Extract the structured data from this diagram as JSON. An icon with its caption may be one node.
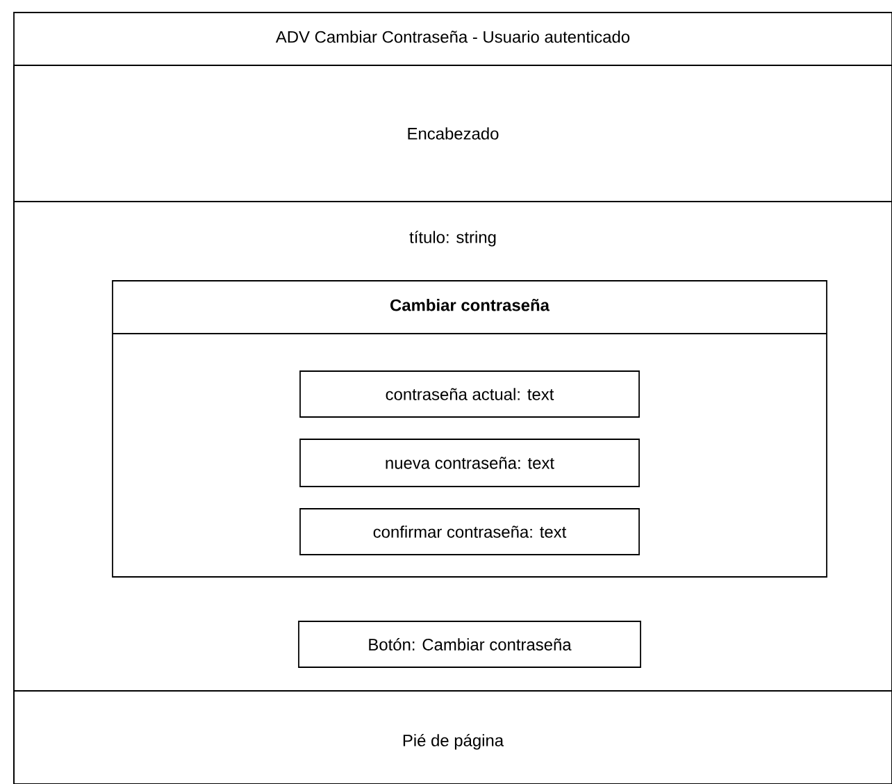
{
  "diagram": {
    "nodes": [
      {
        "text": [
          "ADV Cambiar Contraseña - Usuario autenticado"
        ]
      },
      {
        "text": [
          "Encabezado"
        ],
        "in": 0
      },
      {
        "text": [
          "título: string"
        ],
        "in": 0
      },
      {
        "text": [
          "Cambiar contraseña"
        ],
        "in": 2
      },
      {
        "text": [
          "contraseña actual: text"
        ],
        "in": 3
      },
      {
        "text": [
          "nueva contraseña: text"
        ],
        "in": 3
      },
      {
        "text": [
          "confirmar contraseña: text"
        ],
        "in": 3
      },
      {
        "text": [
          "Botón: Cambiar contraseña"
        ],
        "in": 2
      },
      {
        "text": [
          "Pié de página"
        ],
        "in": 0
      }
    ]
  }
}
